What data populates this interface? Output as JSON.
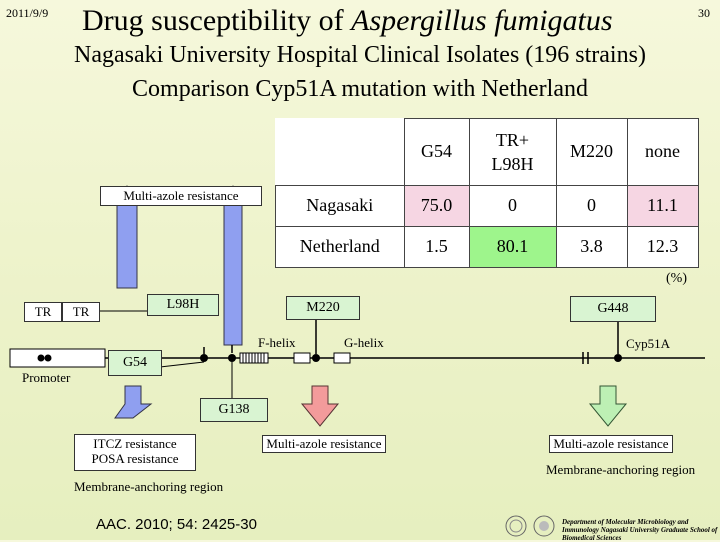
{
  "date": "2011/9/9",
  "page_number": "30",
  "title": {
    "prefix": "Drug susceptibility of ",
    "species": "Aspergillus fumigatus"
  },
  "subtitle_1": "Nagasaki University Hospital Clinical Isolates (196 strains)",
  "subtitle_2": "Comparison Cyp51A mutation with Netherland",
  "table": {
    "columns": [
      "G54",
      "TR+\nL98H",
      "M220",
      "none"
    ],
    "rows": [
      {
        "label": "Nagasaki",
        "values": [
          "75.0",
          "0",
          "0",
          "11.1"
        ]
      },
      {
        "label": "Netherland",
        "values": [
          "1.5",
          "80.1",
          "3.8",
          "12.3"
        ]
      }
    ],
    "unit": "(%)"
  },
  "colors": {
    "highlight_pink": "#f6d6e3",
    "highlight_green": "#9ef58c",
    "arrow_blue": "#8f9ff0",
    "arrow_red": "#f39b9b",
    "arrow_green": "#bdf0b4",
    "box_green": "#d9f4d2"
  },
  "diagram": {
    "multi_azole_top": "Multi-azole resistance",
    "tr_left": "TR",
    "tr_right": "TR",
    "promoter": "Promoter",
    "l98h": "L98H",
    "m220": "M220",
    "g448": "G448",
    "g54": "G54",
    "g138": "G138",
    "f_helix": "F-helix",
    "g_helix": "G-helix",
    "cyp51a": "Cyp51A",
    "itcz_line1": "ITCZ resistance",
    "itcz_line2": "POSA resistance",
    "multi_azole_mid": "Multi-azole resistance",
    "multi_azole_right": "Multi-azole resistance",
    "membrane_left": "Membrane-anchoring region",
    "membrane_right": "Membrane-anchoring region"
  },
  "reference": "AAC. 2010; 54: 2425-30",
  "department": "Department of Molecular Microbiology and Immunology Nagasaki University Graduate School of Biomedical Sciences"
}
